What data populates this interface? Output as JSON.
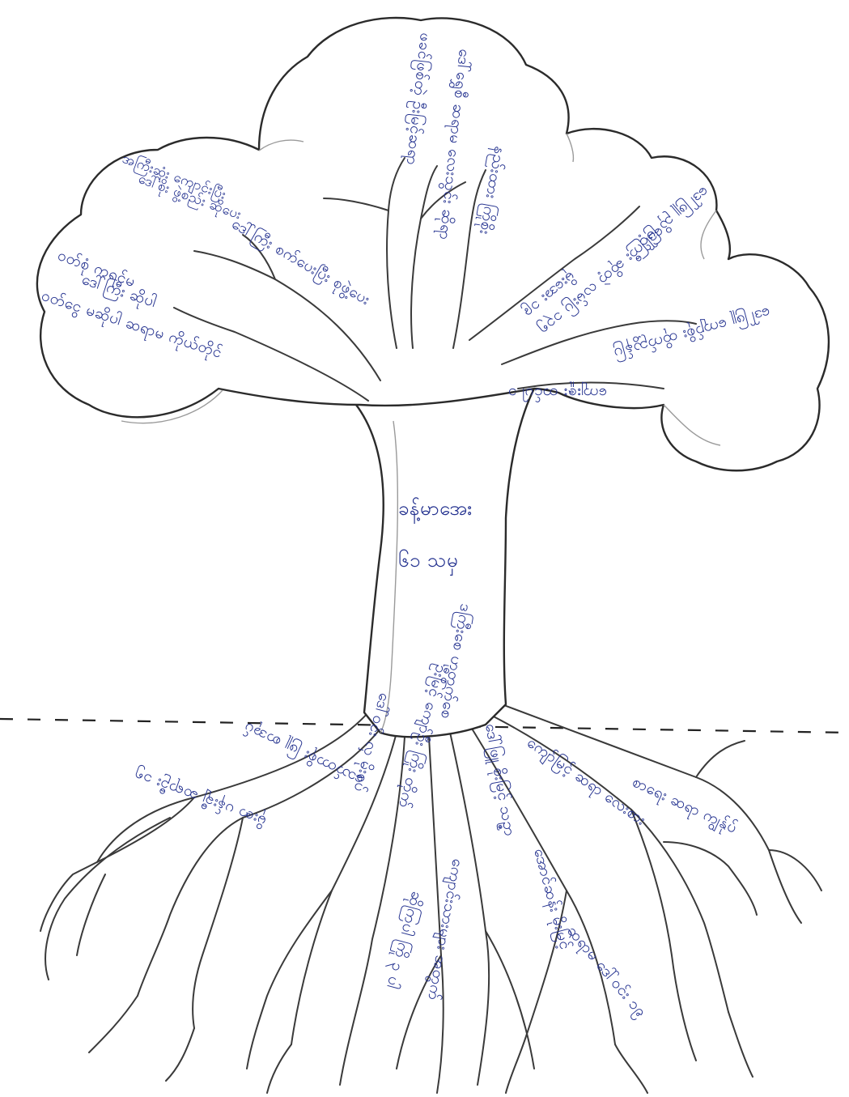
{
  "labels": {
    "trunk_name": "ခန့်မာအေး",
    "trunk_age": "၆၁ သမှ",
    "trunk_lower": "ဒကြီးစေ ဟုတွက်စေ",
    "crown_top": "ဒေါ်ရွှေစီ ဆရာမ လေးသွင်း ဆိုရာ",
    "crown_top_b": "ဖခင်ဖြစ်တဲ့ ဦးမြင့်ဆရာ",
    "crown_top_c": "နည်းထား ကြိုစိုး",
    "crown_left_top": "အကြီးဆုံး ကျောင်းပြီး",
    "crown_left_top_b": "ဒေါ်စိုး ဖွဲ့စည်း ဆိုပေး",
    "crown_left_mid": "ဒေါ်ကြီး စက်ပေးပြီး စုဖွဲ့ပေး",
    "crown_left_low": "ဝတ်စုံ ကရင်မ",
    "crown_left_low_b": "ဒေါ်ကြီး ဆိုပါ",
    "crown_left_bottom": "ဝတ်ငွေ မဆိုပါ ဆရာမ ကိုယ်တိုင်",
    "crown_right_top": "ဒေါ်ဖြူ ညှိ မြင့်",
    "crown_right_mid": "ဒေါ်ကြီး ဆိုတဲ့ လမ်းပြ ၁၃၅",
    "crown_right_mid_b": "မိုးအေး ၁၉",
    "crown_right_low": "ဒေါ်ဖြူ ကျော်စိုး ထိုက်ညွှန်ပြ",
    "crown_right_bottom": "ကျေးဇူး တင်ပါ ၁",
    "root_left": "မိုးဇာ ပန်းချီ ဆရာဦး ၁၅",
    "root_left_b": "သော်တာစိုး ဖြူ စာအုပ်",
    "root_mid_left": "ဒေါ်ဝင်း လှ မိုးစပ်",
    "root_mid_left_b": "ဆိုကြပါ ကြို ၃ ပါ",
    "root_mid": "ဦးမြင့် ကျော်ဦး ကြိုး တိုက်",
    "root_mid_b": "ကျောင်းသားများ အတွက်",
    "root_mid_right": "ဒေါ်ဖြူ စိုးမြင့် သဉ္ဇာ",
    "root_mid_right_b": "အောင်ဆန်း မိုးမြင့်",
    "root_right": "ကျော်မြင့် ဆရာ လေးစား",
    "root_right_b": "ဆရာမ ဒေါ်ဝင်း ၁၉",
    "root_far_right": "စာရေး ဆရာ ကျွန်ုပ်"
  }
}
